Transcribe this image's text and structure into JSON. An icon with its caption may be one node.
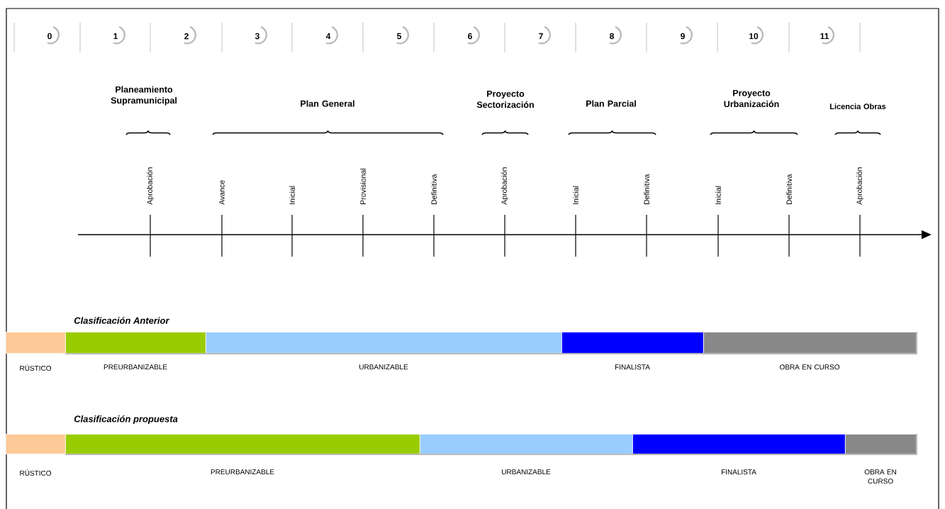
{
  "diagram": {
    "nodes": [
      {
        "text": [],
        "shape": "bar",
        "beside": [
          "RÚSTICO"
        ]
      },
      {
        "text": [],
        "shape": "bar",
        "beside": [
          "PREURBANIZABLE"
        ]
      },
      {
        "text": [],
        "shape": "bar",
        "beside": [
          "URBANIZABLE"
        ]
      },
      {
        "text": [],
        "shape": "bar",
        "beside": [
          "FINALISTA"
        ]
      },
      {
        "text": [],
        "shape": "bar",
        "beside": [
          "OBRA EN CURSO"
        ]
      },
      {
        "text": [],
        "shape": "bar",
        "beside": [
          "RÚSTICO"
        ]
      },
      {
        "text": [],
        "shape": "bar",
        "beside": [
          "PREURBANIZABLE"
        ]
      },
      {
        "text": [],
        "shape": "bar",
        "beside": [
          "URBANIZABLE"
        ]
      },
      {
        "text": [],
        "shape": "bar",
        "beside": [
          "FINALISTA"
        ]
      },
      {
        "text": [],
        "shape": "bar",
        "beside": [
          "OBRA EN CURSO"
        ]
      }
    ],
    "labels": [
      "0",
      "1",
      "2",
      "3",
      "4",
      "5",
      "6",
      "7",
      "8",
      "9",
      "10",
      "11",
      "Planeamiento Supramunicipal",
      "Plan General",
      "Proyecto Sectorización",
      "Plan Parcial",
      "Proyecto Urbanización",
      "Licencia Obras",
      "Aprobación",
      "Avance",
      "Inicial",
      "Provisional",
      "Definitiva",
      "Aprobación",
      "Inicial",
      "Definitiva",
      "Inicial",
      "Definitiva",
      "Aprobación",
      "Clasificación Anterior",
      "Clasificación propuesta"
    ]
  }
}
